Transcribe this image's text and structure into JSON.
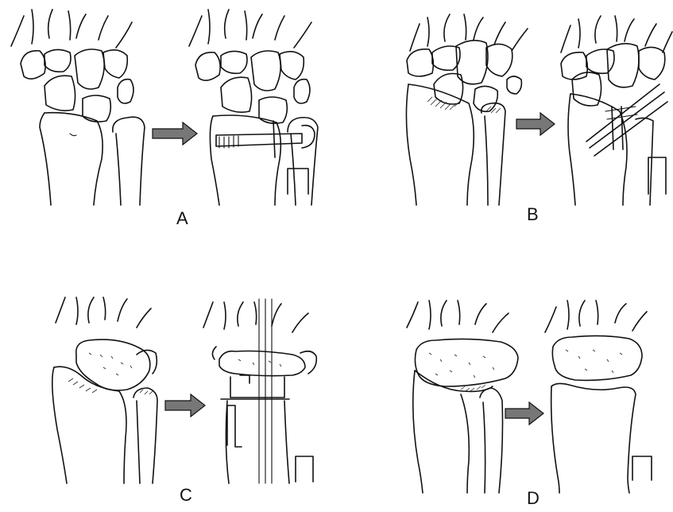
{
  "panels": [
    {
      "label": "A"
    },
    {
      "label": "B"
    },
    {
      "label": "C"
    },
    {
      "label": "D"
    }
  ],
  "colors": {
    "ink": "#111111",
    "arrow_fill": "#777777",
    "background": "#ffffff"
  }
}
